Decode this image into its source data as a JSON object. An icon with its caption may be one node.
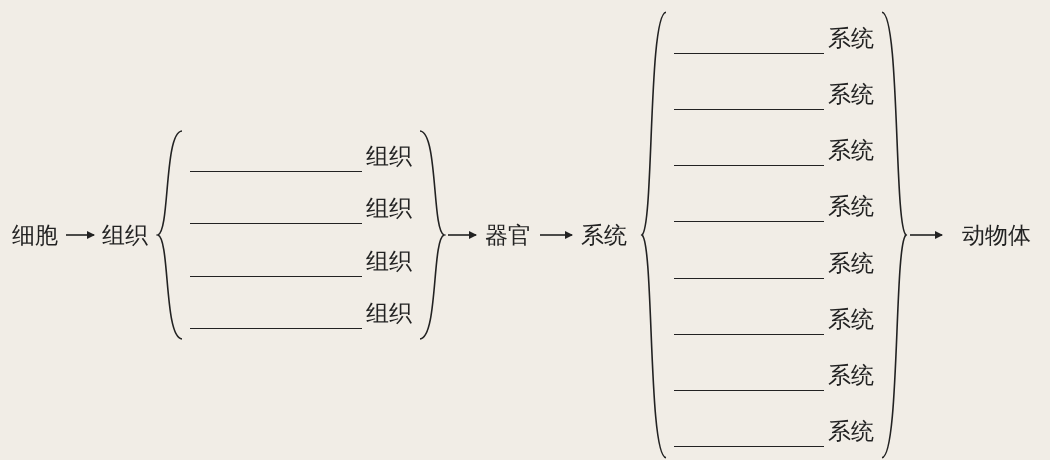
{
  "diagram": {
    "nodes": [
      {
        "text": [
          "细胞"
        ]
      },
      {
        "text": [
          "组织"
        ]
      },
      {
        "text": [
          "组织",
          "组织",
          "组织",
          "组织"
        ]
      },
      {
        "text": [
          "器官"
        ]
      },
      {
        "text": [
          "系统"
        ]
      },
      {
        "text": [
          "系统",
          "系统",
          "系统",
          "系统",
          "系统",
          "系统",
          "系统",
          "系统"
        ]
      },
      {
        "text": [
          "动物体"
        ]
      }
    ],
    "edges": [
      {
        "from": 0,
        "to": 1,
        "arrow": "to"
      },
      {
        "from": 2,
        "to": 3,
        "arrow": "to"
      },
      {
        "from": 3,
        "to": 4,
        "arrow": "to"
      },
      {
        "from": 5,
        "to": 6,
        "arrow": "to"
      }
    ]
  }
}
